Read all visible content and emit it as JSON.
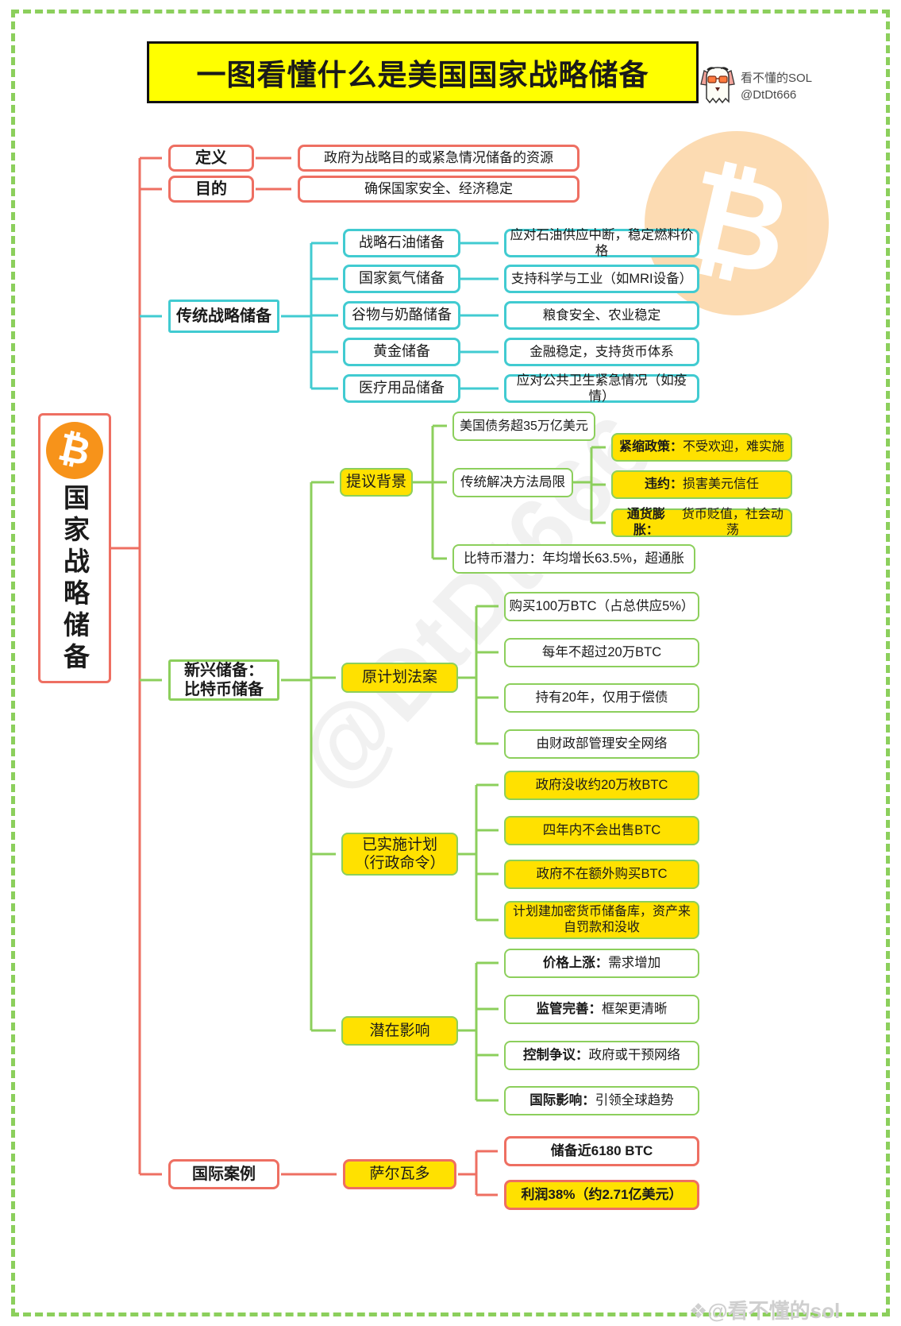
{
  "page": {
    "title": "一图看懂什么是美国国家战略储备",
    "author": {
      "name": "看不懂的SOL",
      "handle": "@DtDt666"
    },
    "watermark_diagonal": "@DtDt666",
    "watermark_bottom": "❖@看不懂的sol",
    "root_label": "国家战略储备"
  },
  "icons": {
    "bitcoin": "₿"
  },
  "branches": {
    "definition": {
      "label": "定义",
      "value": "政府为战略目的或紧急情况储备的资源"
    },
    "purpose": {
      "label": "目的",
      "value": "确保国家安全、经济稳定"
    },
    "traditional": {
      "label": "传统战略储备",
      "items": [
        {
          "name": "战略石油储备",
          "desc": "应对石油供应中断，稳定燃料价格"
        },
        {
          "name": "国家氦气储备",
          "desc": "支持科学与工业（如MRI设备）"
        },
        {
          "name": "谷物与奶酪储备",
          "desc": "粮食安全、农业稳定"
        },
        {
          "name": "黄金储备",
          "desc": "金融稳定，支持货币体系"
        },
        {
          "name": "医疗用品储备",
          "desc": "应对公共卫生紧急情况（如疫情）"
        }
      ]
    },
    "emerging": {
      "label_line1": "新兴储备：",
      "label_line2": "比特币储备",
      "background": {
        "label": "提议背景",
        "debt": "美国债务超35万亿美元",
        "limits": {
          "label": "传统解决方法局限",
          "items": [
            {
              "prefix": "紧缩政策：",
              "text": "不受欢迎，难实施"
            },
            {
              "prefix": "违约：",
              "text": "损害美元信任"
            },
            {
              "prefix": "通货膨胀：",
              "text": "货币贬值，社会动荡"
            }
          ]
        },
        "potential": "比特币潜力：年均增长63.5%，超通胀"
      },
      "original_plan": {
        "label": "原计划法案",
        "items": [
          "购买100万BTC（占总供应5%）",
          "每年不超过20万BTC",
          "持有20年，仅用于偿债",
          "由财政部管理安全网络"
        ]
      },
      "implemented": {
        "label_line1": "已实施计划",
        "label_line2": "（行政命令）",
        "items": [
          "政府没收约20万枚BTC",
          "四年内不会出售BTC",
          "政府不在额外购买BTC",
          "计划建加密货币储备库，资产来自罚款和没收"
        ]
      },
      "impact": {
        "label": "潜在影响",
        "items": [
          {
            "prefix": "价格上涨：",
            "text": "需求增加"
          },
          {
            "prefix": "监管完善：",
            "text": "框架更清晰"
          },
          {
            "prefix": "控制争议：",
            "text": "政府或干预网络"
          },
          {
            "prefix": "国际影响：",
            "text": "引领全球趋势"
          }
        ]
      }
    },
    "international": {
      "label": "国际案例",
      "case": "萨尔瓦多",
      "reserve": "储备近6180 BTC",
      "profit": "利润38%（约2.71亿美元）"
    }
  }
}
